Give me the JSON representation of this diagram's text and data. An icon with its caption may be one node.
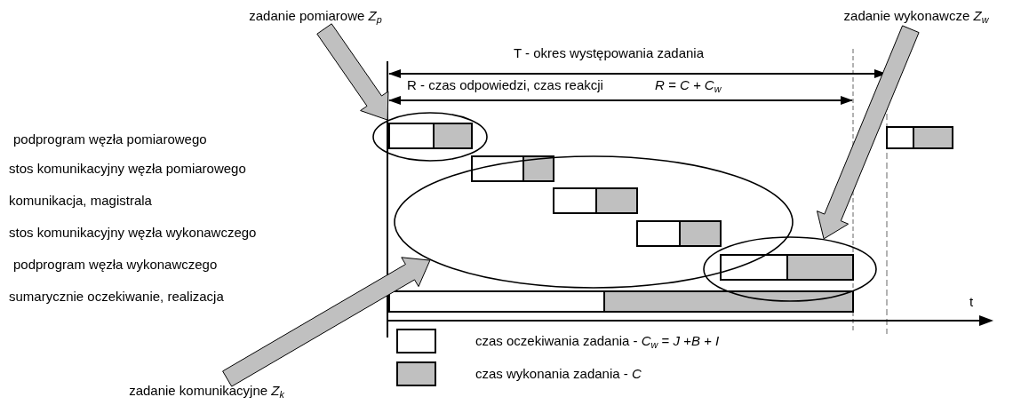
{
  "diagram": {
    "nodes": [
      {
        "text": [
          "zadanie pomiarowe *Z*$_{p}$"
        ]
      },
      {
        "text": [
          "zadanie wykonawcze *Z*$_{w}$"
        ]
      },
      {
        "text": [
          "zadanie komunikacyjne *Z*$_{k}$"
        ]
      },
      {
        "text": [],
        "shape": "ellipse"
      },
      {
        "text": [],
        "shape": "ellipse"
      },
      {
        "text": [],
        "shape": "ellipse"
      }
    ],
    "edges": [
      {
        "from": 0,
        "to": 3,
        "arrow": "to",
        "style": "thick"
      },
      {
        "from": 1,
        "to": 5,
        "arrow": "to",
        "style": "thick"
      },
      {
        "from": 2,
        "to": 4,
        "arrow": "to",
        "style": "thick"
      }
    ],
    "labels": [
      "T - okres występowania zadania",
      "R - czas odpowiedzi, czas reakcji",
      "R = C + C$_{w}$",
      "podprogram węzła pomiarowego",
      "stos komunikacyjny węzła pomiarowego",
      "komunikacja, magistrala",
      "stos komunikacyjny węzła wykonawczego",
      "podprogram węzła wykonawczego",
      "sumarycznie oczekiwanie, realizacja",
      "t"
    ],
    "legend": [
      {
        "text": "czas oczekiwania zadania - *C*$_{w}$ = *J* +*B* + *I*",
        "color": "#ffffff"
      },
      {
        "text": "czas wykonania zadania - *C*",
        "color": "#c0c0c0"
      }
    ]
  }
}
